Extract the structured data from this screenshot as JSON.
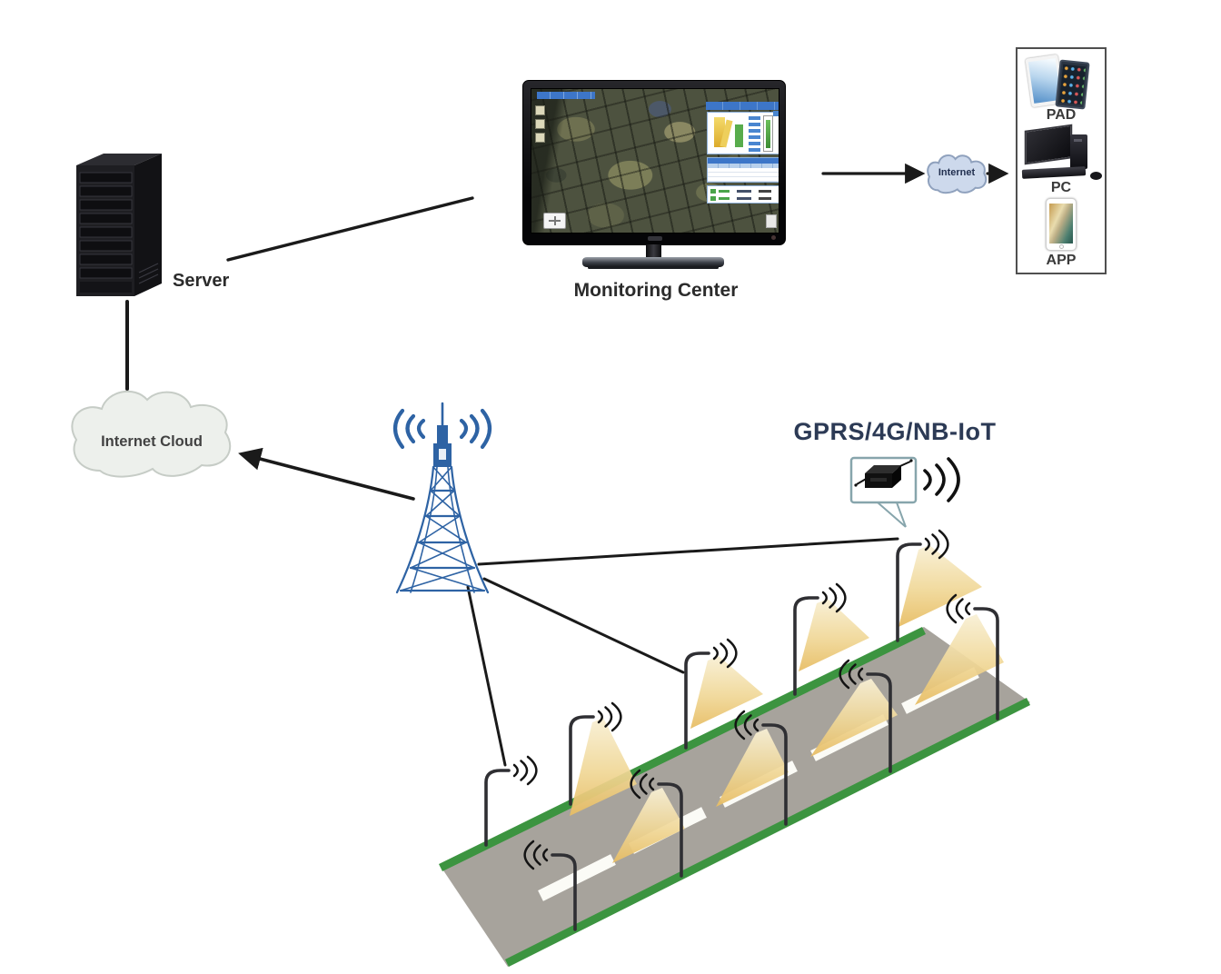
{
  "scene": {
    "labels": {
      "server": "Server",
      "monitoring_center": "Monitoring Center",
      "internet_cloud": "Internet Cloud",
      "internet": "Internet",
      "gprs": "GPRS/4G/NB-IoT"
    },
    "devices": {
      "items": [
        {
          "label": "PAD"
        },
        {
          "label": "PC"
        },
        {
          "label": "APP"
        }
      ]
    },
    "street_lights": {
      "total": 10,
      "rows": 2,
      "lit_cones": 8,
      "unlit": 2
    },
    "edges": [
      {
        "from": "server",
        "to": "monitoring-center",
        "style": "line"
      },
      {
        "from": "server",
        "to": "internet-cloud",
        "style": "line"
      },
      {
        "from": "cell-tower",
        "to": "internet-cloud",
        "style": "arrow"
      },
      {
        "from": "monitoring-center",
        "to": "internet",
        "style": "arrow"
      },
      {
        "from": "internet",
        "to": "devices-panel",
        "style": "arrow"
      },
      {
        "from": "cell-tower",
        "to": "street-light-1",
        "style": "line"
      },
      {
        "from": "cell-tower",
        "to": "street-light-3",
        "style": "line"
      },
      {
        "from": "cell-tower",
        "to": "street-light-5",
        "style": "line"
      }
    ],
    "colors": {
      "tower_blue": "#2e63a4",
      "road_gray": "#a7a39c",
      "curb_green": "#3c9440",
      "cone_amber": "#e7bd64",
      "cloud_small_fill": "#cdd9ec",
      "cloud_large_fill": "#edf0ec",
      "line_black": "#1a1a1a",
      "gprs_text": "#2c3a55"
    },
    "icons": {
      "server_rack": "server-rack-3d",
      "monitor_map": "satellite-map-screen",
      "cell_tower": "radio-tower",
      "iot_device": "gprs-controller",
      "radio_waves": "rf-wave-arcs",
      "street_light": "street-lamp",
      "light_cone": "light-beam",
      "tablet": "pad-tablets",
      "desktop": "pc-desktop",
      "smartphone": "app-phone"
    }
  }
}
